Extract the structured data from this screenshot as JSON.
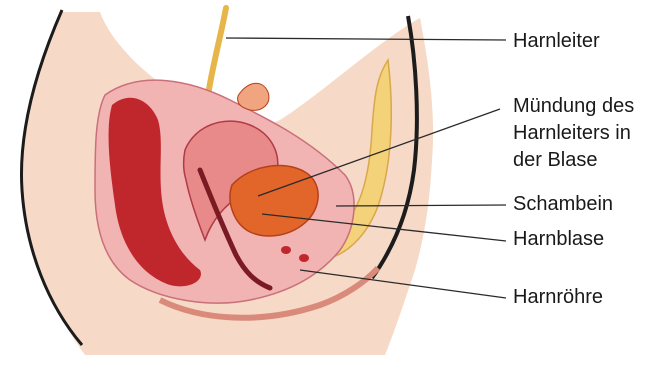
{
  "labels": {
    "harnleiter": "Harnleiter",
    "muendung": [
      "Mündung des",
      "Harnleiters in",
      "der Blase"
    ],
    "schambein": "Schambein",
    "harnblase": "Harnblase",
    "harnroehre": "Harnröhre"
  },
  "colors": {
    "skin": "#f6d9c6",
    "outline": "#1c1c1c",
    "pink_tissue": "#f2b3b3",
    "deep_red": "#c0272d",
    "organ_red": "#d9574a",
    "bladder_orange": "#e2662a",
    "bone_yellow": "#f3d27a",
    "pubic_lilac": "#a9a9e2",
    "leader_line": "#2a2a2a"
  }
}
